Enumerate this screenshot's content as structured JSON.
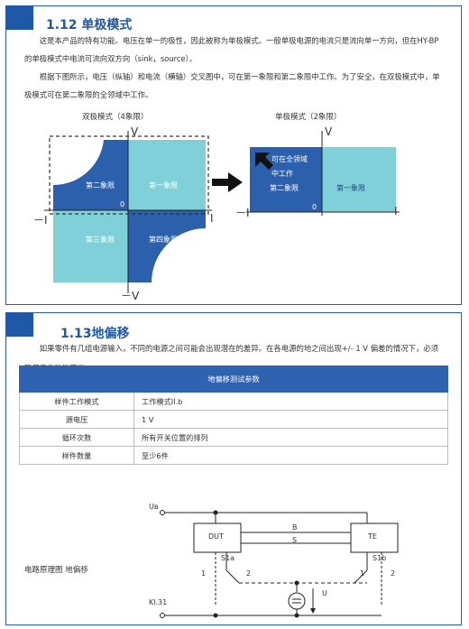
{
  "section1": {
    "title": "1.12 单极模式",
    "para1": "这是本产品的特有功能。电压在单一的极性，因此被称为单极模式。一般单极电源的电流只是流向单一方向，但在HY-BP的单极模式中电流可流向双方向（sink，source）。",
    "para2": "根据下图所示，电压（纵轴）和电流（横轴）交叉图中，可在第一象限和第二象限中工作。为了安全，在双极模式中，单极模式可在第二象限的全领域中工作。",
    "left_diagram": {
      "caption": "双极模式（4象限）",
      "v_plus": "V",
      "v_minus": "－V",
      "i_minus": "－I",
      "i_plus": "I",
      "zero": "0",
      "q1": "第一象限",
      "q2": "第二象限",
      "q3": "第三象限",
      "q4": "第四象限"
    },
    "right_diagram": {
      "caption": "单极模式（2象限）",
      "v_plus": "V",
      "i_minus": "－I",
      "i_plus": "I",
      "zero": "0",
      "q1": "第一象限",
      "q2": "第二象限",
      "note_line1": "可在全领域",
      "note_line2": "中工作"
    },
    "colors": {
      "dark_blue": "#2c5fac",
      "light_cyan": "#7fd0d8"
    }
  },
  "section2": {
    "title": "1.13地偏移",
    "para": "如果零件有几组电源输入，不同的电源之间可能会出现潜在的差异。在各电源的地之间出现+/- 1 V 偏差的情况下，必须确保零件功能正常。",
    "table": {
      "header": "地偏移测试参数",
      "rows": [
        {
          "k": "样件工作模式",
          "v": "工作模式II.b"
        },
        {
          "k": "源电压",
          "v": "1 V"
        },
        {
          "k": "循环次数",
          "v": "所有开关位置的排列"
        },
        {
          "k": "样件数量",
          "v": "至少6件"
        }
      ]
    },
    "circuit": {
      "caption": "电路原理图 地偏移",
      "ub": "Uʙ",
      "kl31": "Kl.31",
      "dut": "DUT",
      "te": "TE",
      "b": "B",
      "s": "S",
      "s1a": "S1a",
      "s1b": "S1b",
      "n1_left": "1",
      "n2_mid": "2",
      "n1_mid": "1",
      "n2_right": "2",
      "u": "U"
    }
  }
}
